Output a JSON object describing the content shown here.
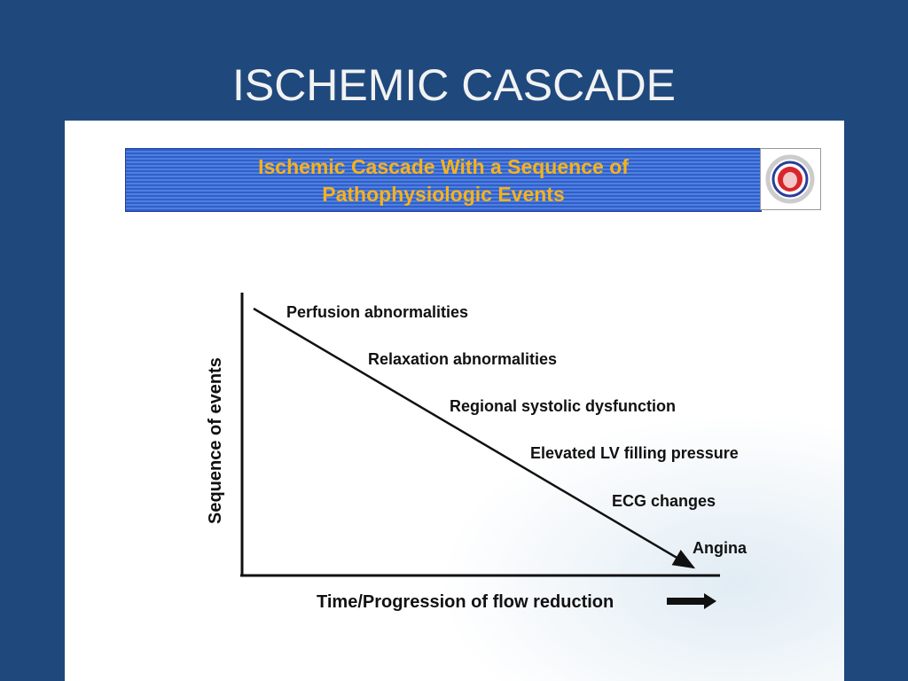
{
  "slide": {
    "title": "ISCHEMIC CASCADE"
  },
  "banner": {
    "line1": "Ischemic Cascade With a Sequence of",
    "line2": "Pathophysiologic Events",
    "logo": "Korean Society of Echocardiography"
  },
  "diagram": {
    "y_axis_label": "Sequence of events",
    "x_axis_label": "Time/Progression of flow reduction",
    "events": [
      "Perfusion abnormalities",
      "Relaxation abnormalities",
      "Regional systolic dysfunction",
      "Elevated LV filling pressure",
      "ECG changes",
      "Angina"
    ]
  },
  "colors": {
    "background": "#1f497d",
    "banner": "#3a6ad4",
    "banner_text": "#f6b21c"
  }
}
